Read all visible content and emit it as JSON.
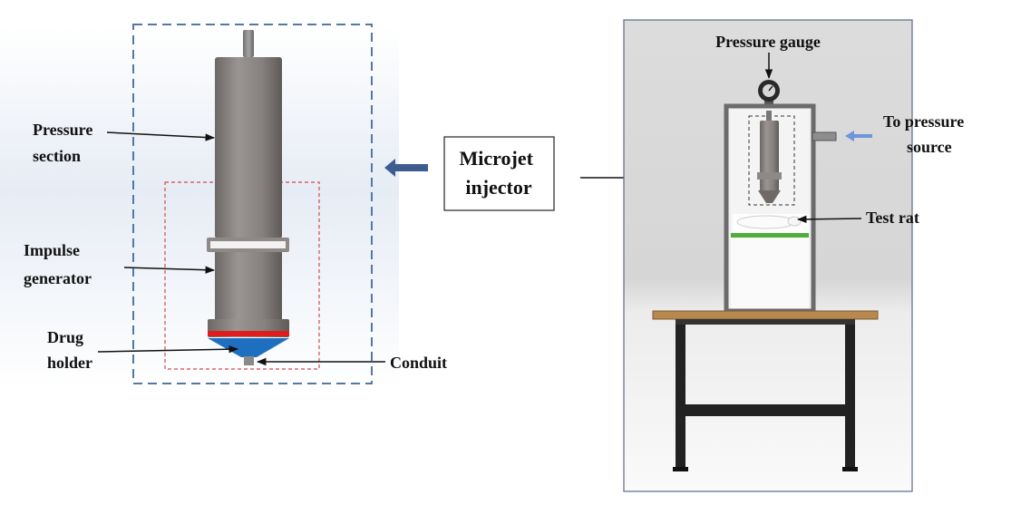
{
  "labels": {
    "pressure_section": [
      "Pressure",
      "section"
    ],
    "impulse_generator": [
      "Impulse",
      "generator"
    ],
    "drug_holder": [
      "Drug",
      "holder"
    ],
    "conduit": "Conduit",
    "microjet_injector": [
      "Microjet",
      "injector"
    ],
    "pressure_gauge": "Pressure gauge",
    "to_pressure_source": [
      "To pressure",
      "source"
    ],
    "test_rat": "Test rat"
  },
  "colors": {
    "injector_body": "#8a8583",
    "drug_holder_tip": "#1f6fc0",
    "red_band": "#e01c1c",
    "frame_dashed_blue": "#5577a8",
    "impulse_box_dashed_red": "#d84a4a",
    "direction_arrow": "#3f5c91",
    "source_arrow": "#6f95db",
    "table_top": "#b8894e",
    "table_legs": "#222222",
    "rat_platform": "#4fae3a"
  }
}
